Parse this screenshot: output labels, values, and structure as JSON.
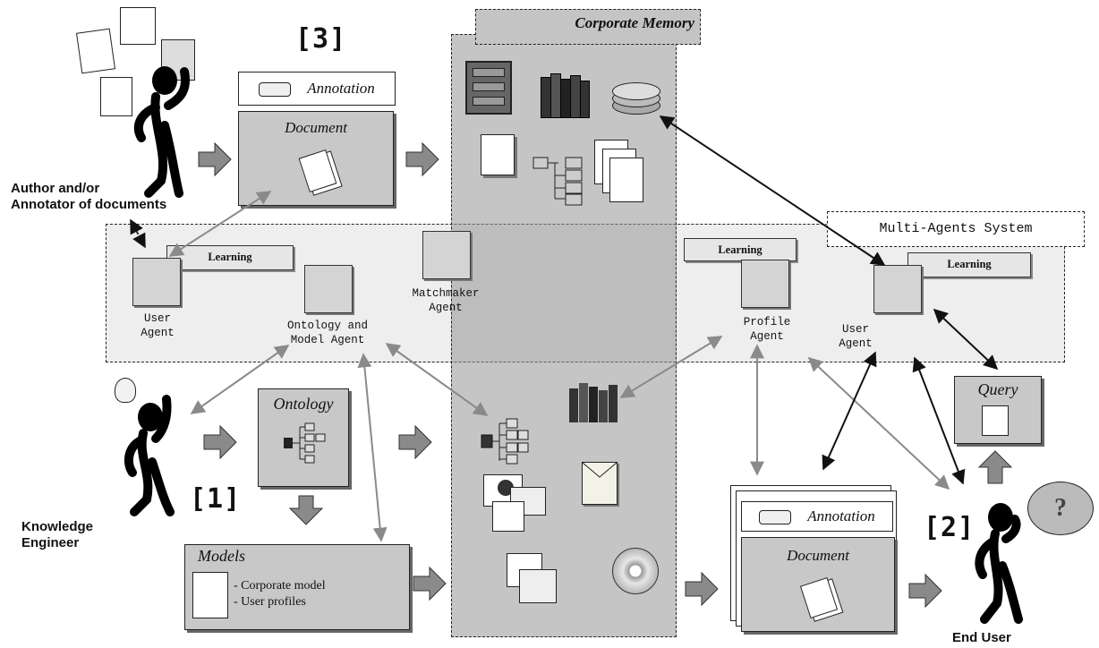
{
  "labels": {
    "corporate_memory": "Corporate Memory",
    "multi_agents_system": "Multi-Agents System",
    "author": "Author and/or\nAnnotator of documents",
    "knowledge_engineer": "Knowledge\nEngineer",
    "end_user": "End User"
  },
  "steps": {
    "step1": "[1]",
    "step2": "[2]",
    "step3": "[3]"
  },
  "top_doc": {
    "annotation": "Annotation",
    "document": "Document"
  },
  "ontology": {
    "title": "Ontology"
  },
  "models": {
    "title": "Models",
    "items": [
      "- Corporate model",
      "- User profiles"
    ]
  },
  "bottom_doc": {
    "annotation": "Annotation",
    "document": "Document"
  },
  "query": {
    "title": "Query"
  },
  "agents": {
    "user_agent_left": "User\nAgent",
    "ontology_agent": "Ontology and\nModel Agent",
    "matchmaker_agent": "Matchmaker\nAgent",
    "profile_agent": "Profile\nAgent",
    "user_agent_right": "User\nAgent",
    "learning": "Learning"
  },
  "colors": {
    "panel": "#c8c8c8",
    "mas_band": "#eeeeee",
    "memory": "#bdbdbd",
    "arrow_dark": "#111111",
    "arrow_grey": "#8a8a8a"
  }
}
